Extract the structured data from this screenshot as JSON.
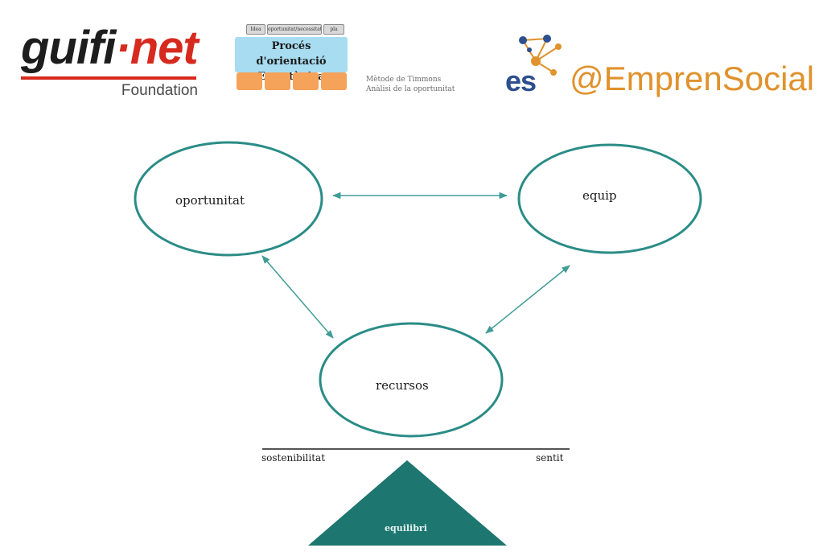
{
  "logos": {
    "guifi": {
      "part1": "guifi",
      "dot": "·",
      "part2": "net",
      "sub": "Foundation"
    },
    "process": {
      "tabs": [
        "Idea",
        "oportunitat/necessitat",
        "pla"
      ],
      "title_line1": "Procés d'orientació",
      "title_line2": "Estratègica",
      "caption_line1": "Mètode de Timmons",
      "caption_line2": "Anàlisi de la oportunitat"
    },
    "emprensocial": {
      "letters": "es",
      "name": "@EmprenSocial"
    }
  },
  "diagram": {
    "nodes": {
      "opportunity": "oportunitat",
      "team": "equip",
      "resources": "recursos"
    },
    "scale": {
      "left_label": "sostenibilitat",
      "right_label": "sentit",
      "fulcrum_label": "equilibri"
    }
  },
  "colors": {
    "ellipse_stroke": "#2a8c86",
    "arrow": "#3f9c96",
    "triangle": "#1e7670",
    "guifi_red": "#d62a1f",
    "emprensocial_orange": "#e0922c",
    "emprensocial_blue": "#2d4f8e"
  }
}
